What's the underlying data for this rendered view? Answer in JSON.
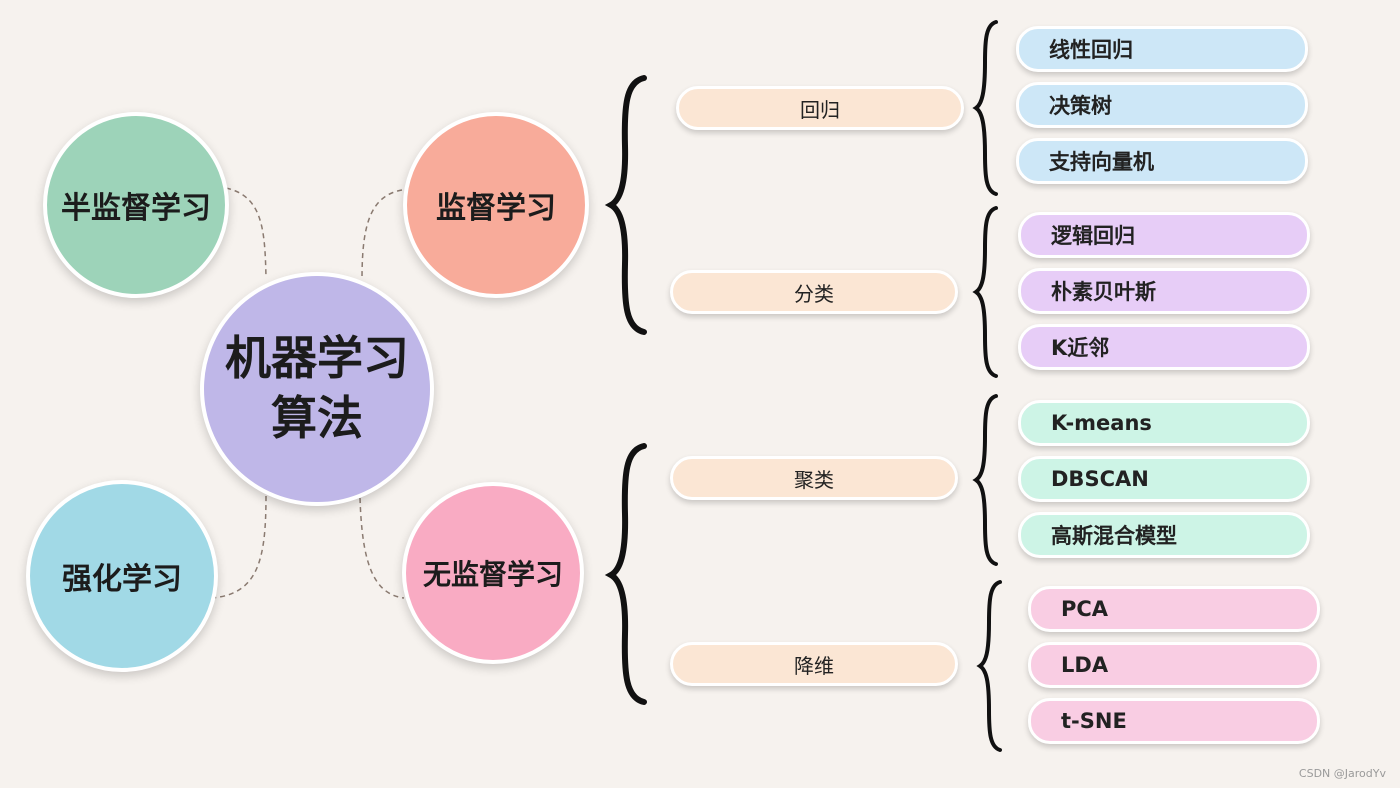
{
  "center": {
    "line1": "机器学习",
    "line2": "算法"
  },
  "types": {
    "semi": "半监督学习",
    "supervised": "监督学习",
    "reinforcement": "强化学习",
    "unsupervised": "无监督学习"
  },
  "categories": {
    "regression": "回归",
    "classification": "分类",
    "clustering": "聚类",
    "dim_reduction": "降维"
  },
  "leaves": {
    "regression": [
      "线性回归",
      "决策树",
      "支持向量机"
    ],
    "classification": [
      "逻辑回归",
      "朴素贝叶斯",
      "K近邻"
    ],
    "clustering": [
      "K-means",
      "DBSCAN",
      "高斯混合模型"
    ],
    "dim_reduction": [
      "PCA",
      "LDA",
      "t-SNE"
    ]
  },
  "colors": {
    "center": "#bfb7e8",
    "semi": "#9dd3b9",
    "supervised": "#f8ab9a",
    "reinforcement": "#a1d9e6",
    "unsupervised": "#f9abc3",
    "category": "#fbe6d4",
    "blue": "#cde7f7",
    "purple": "#e7cdf7",
    "green": "#cdf4e6",
    "pink": "#f9cde3"
  },
  "watermark": "CSDN @JarodYv"
}
